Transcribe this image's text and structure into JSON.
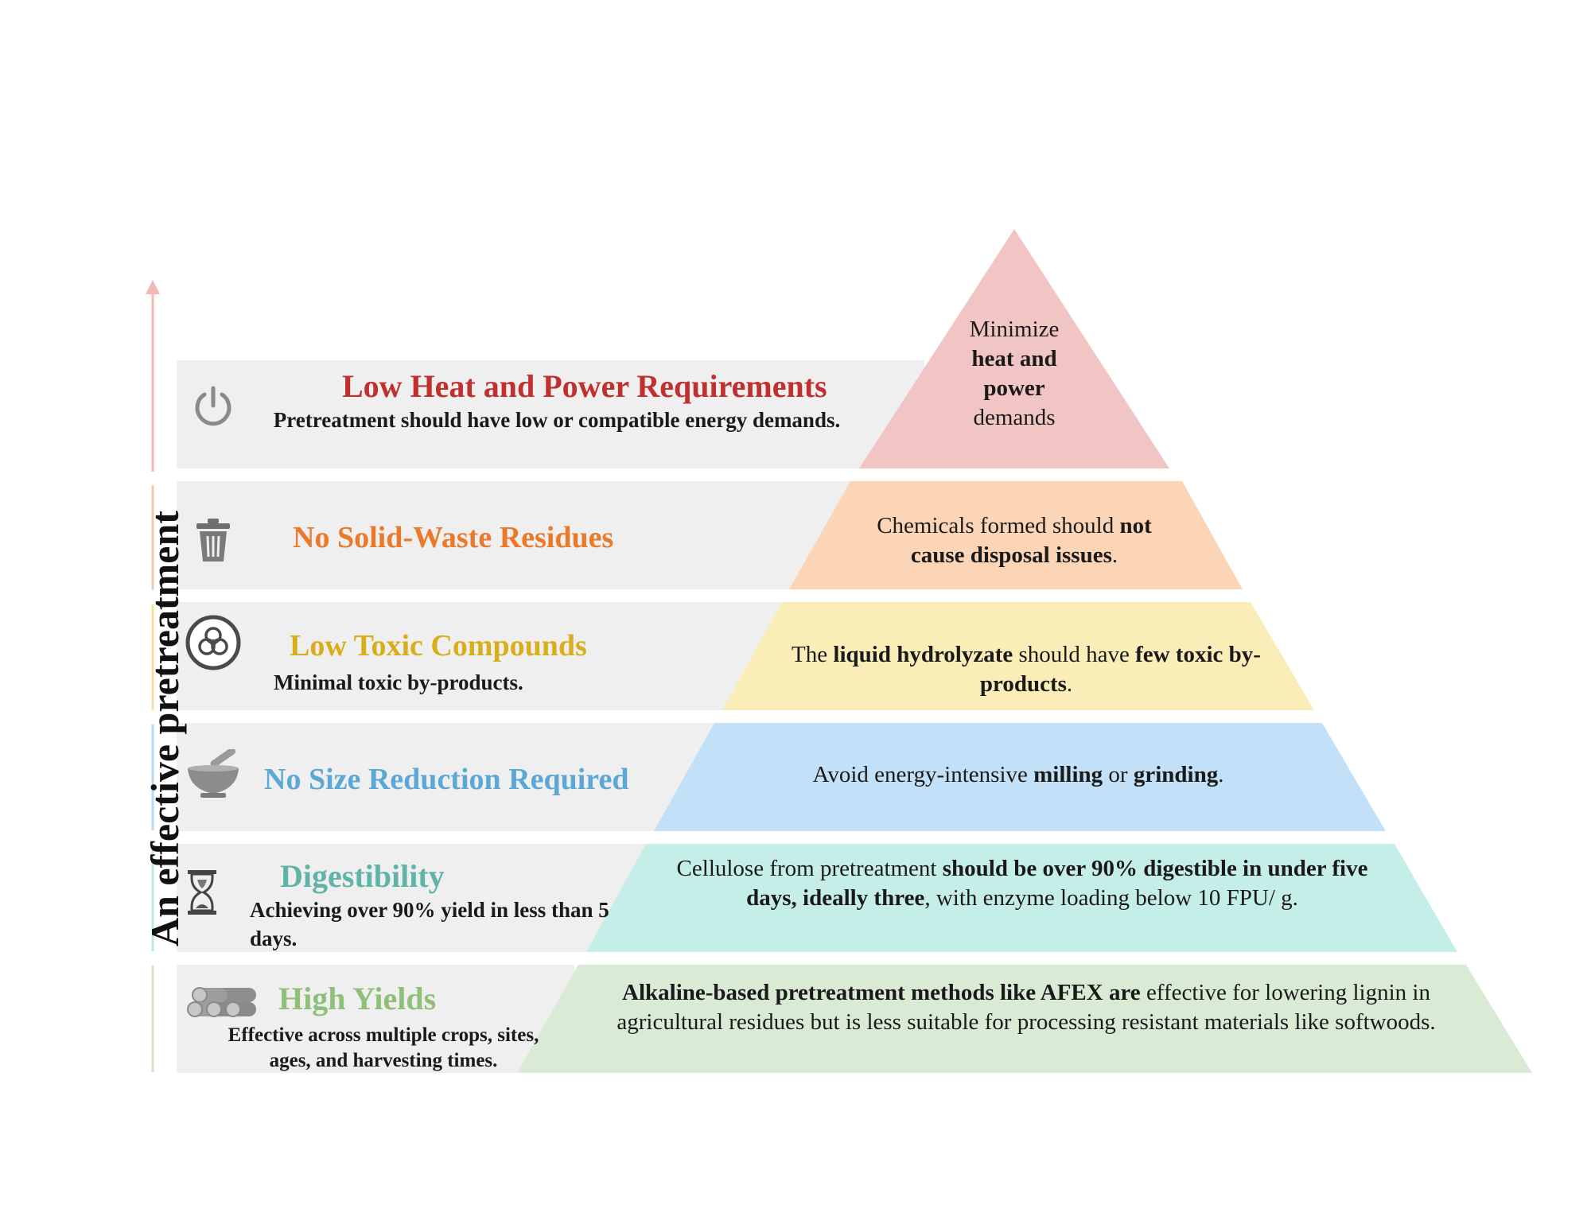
{
  "side_label": "An effective pretreatment",
  "levels": [
    {
      "title": "Low Heat and Power Requirements",
      "title_color": "#c0302f",
      "subtitle": "Pretreatment should have low or compatible energy demands.",
      "icon": "power-icon",
      "fill_color": "#f2c5c5",
      "description": [
        {
          "text": "Minimize",
          "bold": false
        },
        {
          "text": "heat and power",
          "bold": true
        },
        {
          "text": "demands",
          "bold": false
        }
      ]
    },
    {
      "title": "No Solid-Waste Residues",
      "title_color": "#ea7a2a",
      "subtitle": "",
      "icon": "trash-icon",
      "fill_color": "#fcd5b6",
      "description": [
        {
          "text": "Chemicals formed should ",
          "bold": false
        },
        {
          "text": "not cause disposal issues",
          "bold": true
        },
        {
          "text": ".",
          "bold": false
        }
      ]
    },
    {
      "title": "Low Toxic Compounds",
      "title_color": "#d9ae1c",
      "subtitle": "Minimal toxic by-products.",
      "icon": "biohazard-icon",
      "fill_color": "#faedb7",
      "description": [
        {
          "text": "The ",
          "bold": false
        },
        {
          "text": "liquid hydrolyzate",
          "bold": true
        },
        {
          "text": " should have ",
          "bold": false
        },
        {
          "text": "few toxic by-products",
          "bold": true
        },
        {
          "text": ".",
          "bold": false
        }
      ]
    },
    {
      "title": "No Size Reduction Required",
      "title_color": "#5ba7d6",
      "subtitle": "",
      "icon": "mortar-pestle-icon",
      "fill_color": "#c2e1f8",
      "description": [
        {
          "text": "Avoid energy-intensive ",
          "bold": false
        },
        {
          "text": "milling",
          "bold": true
        },
        {
          "text": " or ",
          "bold": false
        },
        {
          "text": "grinding",
          "bold": true
        },
        {
          "text": ".",
          "bold": false
        }
      ]
    },
    {
      "title": "Digestibility",
      "title_color": "#5fb4a7",
      "subtitle": "Achieving over 90% yield in less than 5 days.",
      "icon": "hourglass-icon",
      "fill_color": "#c6eee8",
      "description": [
        {
          "text": "Cellulose from pretreatment ",
          "bold": false
        },
        {
          "text": "should be over 90% digestible in under five days, ideally three",
          "bold": true
        },
        {
          "text": ", with enzyme loading below 10 FPU/ g.",
          "bold": false
        }
      ]
    },
    {
      "title": "High Yields",
      "title_color": "#8fc07a",
      "subtitle": "Effective across multiple crops, sites, ages, and harvesting times.",
      "icon": "logs-icon",
      "fill_color": "#d9ebd4",
      "description": [
        {
          "text": "Alkaline-based pretreatment methods like AFEX are",
          "bold": true
        },
        {
          "text": " effective for lowering lignin in agricultural residues but is less suitable for processing resistant materials like softwoods.",
          "bold": false
        }
      ]
    }
  ]
}
